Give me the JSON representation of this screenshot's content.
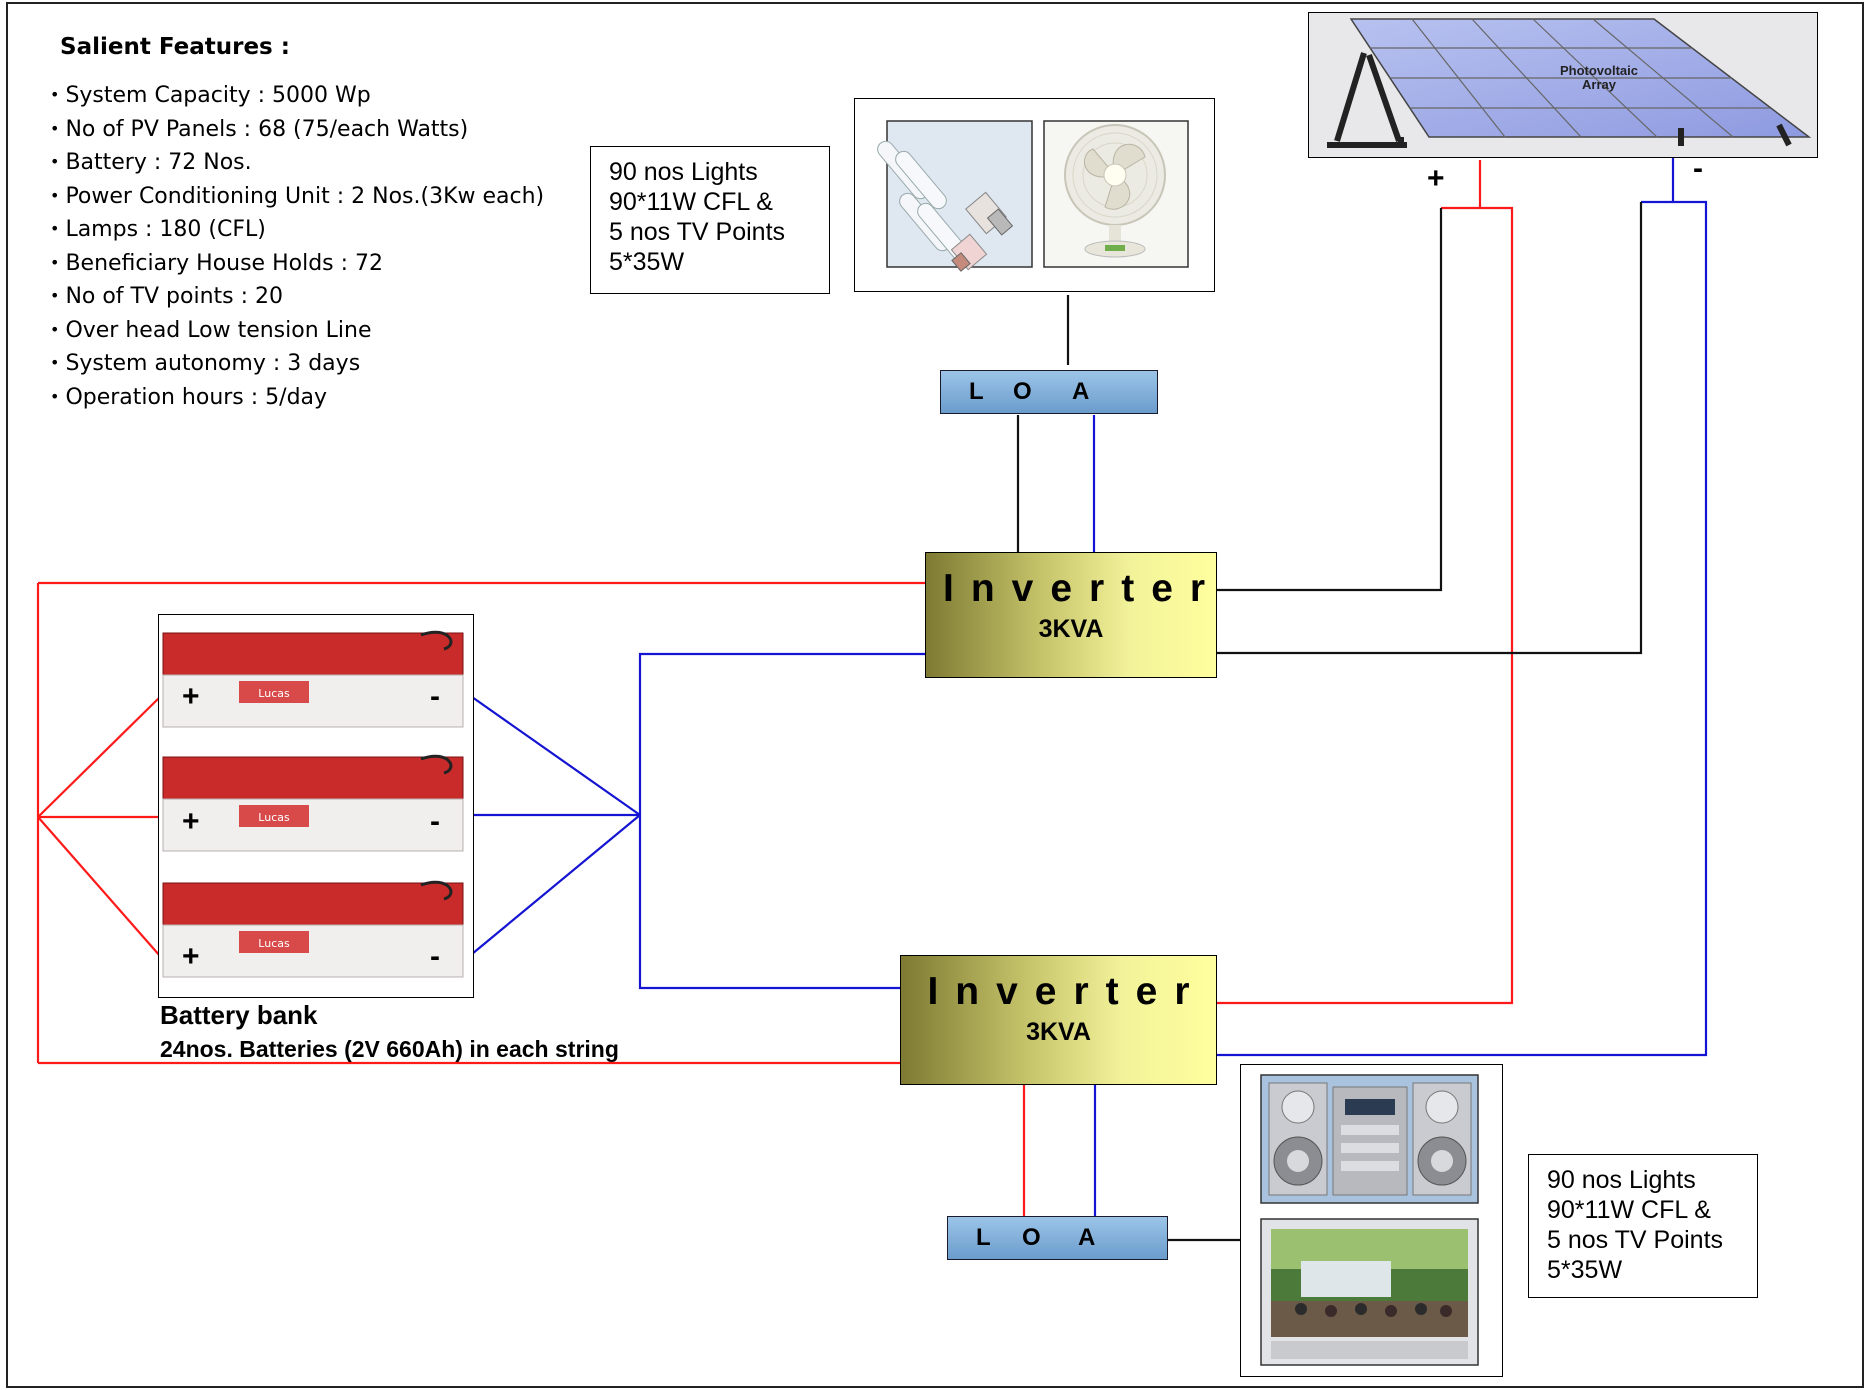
{
  "features": {
    "title": "Salient Features :",
    "items": [
      "System Capacity : 5000 Wp",
      "No of PV Panels : 68 (75/each Watts)",
      "Battery : 72 Nos.",
      "Power Conditioning Unit : 2 Nos.(3Kw each)",
      "Lamps : 180 (CFL)",
      "Beneficiary House Holds : 72",
      "No of TV points : 20",
      "Over head Low tension Line",
      "System autonomy : 3 days",
      "Operation hours : 5/day"
    ]
  },
  "load_note_top": [
    "90 nos Lights",
    "90*11W CFL &",
    "5 nos TV Points",
    "5*35W"
  ],
  "load_note_bottom": [
    "90 nos Lights",
    "90*11W CFL &",
    "5 nos TV Points",
    "5*35W"
  ],
  "pv_array": {
    "label_line1": "Photovoltaic",
    "label_line2": "Array",
    "plus": "+",
    "minus": "-"
  },
  "loa": {
    "letters": [
      "L",
      "O",
      "A"
    ]
  },
  "inverter": {
    "title": "Inverter",
    "rating": "3KVA"
  },
  "battery": {
    "title": "Battery  bank",
    "subtitle": "24nos. Batteries (2V 660Ah)  in each string",
    "plus": "+",
    "minus": "-",
    "brand": "Lucas"
  },
  "colors": {
    "positive_wire": "#ff1a1a",
    "negative_wire": "#1414d2",
    "ac_wire": "#111111"
  }
}
